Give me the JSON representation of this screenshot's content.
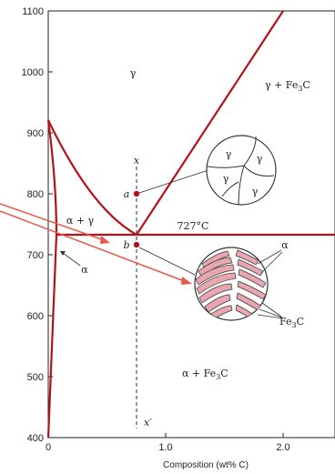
{
  "axes": {
    "y_ticks": [
      "1100",
      "1000",
      "900",
      "800",
      "700",
      "600",
      "500",
      "400"
    ],
    "x_ticks": [
      "0",
      "1.0",
      "2.0"
    ],
    "x_label": "Composition (wt% C)"
  },
  "phases": {
    "gamma": "γ",
    "gamma_fe3c": "γ + Fe",
    "gamma_fe3c_sub": "3",
    "gamma_fe3c_tail": "C",
    "alpha_gamma": "α + γ",
    "alpha": "α",
    "alpha_fe3c": "α + Fe",
    "alpha_fe3c_sub": "3",
    "alpha_fe3c_tail": "C",
    "eutectoid_temp": "727°C"
  },
  "points": {
    "a": "a",
    "b": "b",
    "x_top": "x",
    "x_bottom": "x′"
  },
  "microstructure": {
    "grain_labels": [
      "γ",
      "γ",
      "γ",
      "γ"
    ],
    "pearlite_alpha_label": "α",
    "fe3c_label": "Fe",
    "fe3c_sub": "3",
    "fe3c_tail": "C"
  },
  "colors": {
    "phase_line": "#b3121b",
    "arrow": "#e8584a",
    "cementite_fill": "#e8a7ae",
    "dashed_line": "#333333"
  }
}
